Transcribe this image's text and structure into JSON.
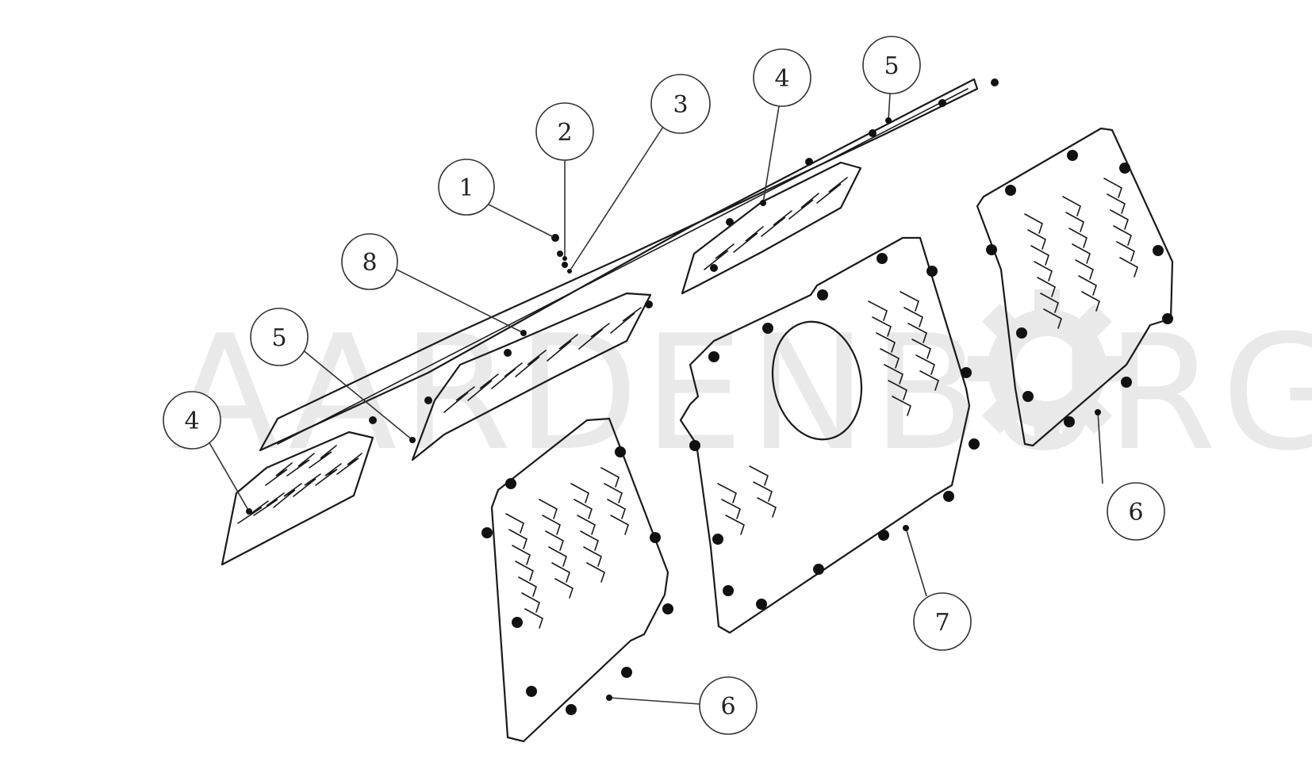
{
  "watermark": {
    "text": "AARDENBURG",
    "gear_icon": "gear-icon"
  },
  "callouts": [
    {
      "label": "1"
    },
    {
      "label": "2"
    },
    {
      "label": "3"
    },
    {
      "label": "4"
    },
    {
      "label": "5"
    },
    {
      "label": "8"
    },
    {
      "label": "5"
    },
    {
      "label": "4"
    },
    {
      "label": "6"
    },
    {
      "label": "7"
    },
    {
      "label": "6"
    }
  ]
}
